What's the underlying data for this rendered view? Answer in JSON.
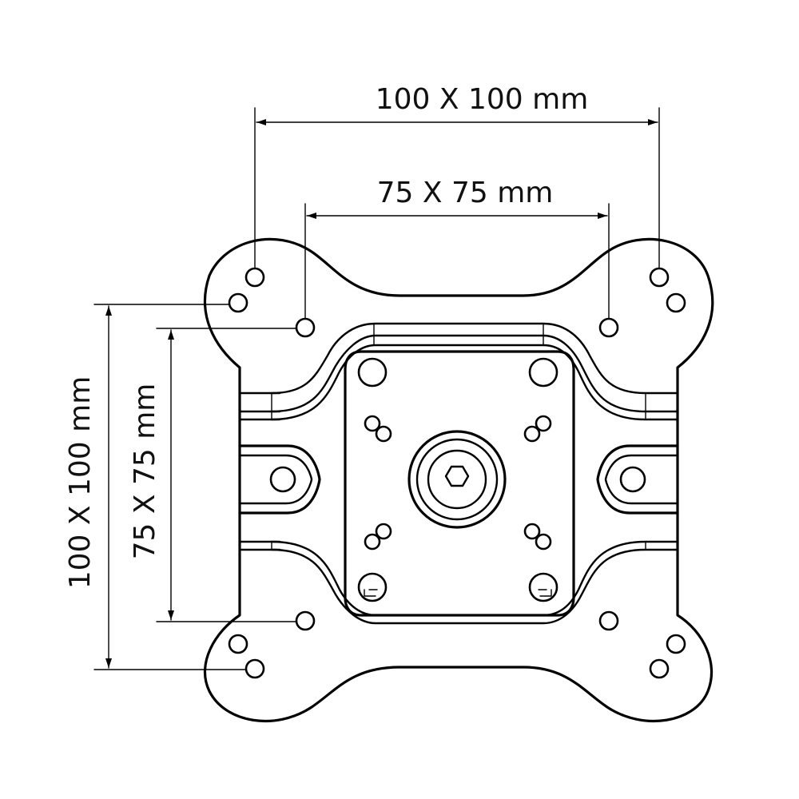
{
  "diagram": {
    "labels": {
      "outer_horizontal": "100 X 100 mm",
      "inner_horizontal": "75 X 75 mm",
      "outer_vertical": "100 X 100 mm",
      "inner_vertical": "75 X 75 mm"
    },
    "colors": {
      "line": "#000000",
      "background": "#ffffff"
    }
  }
}
